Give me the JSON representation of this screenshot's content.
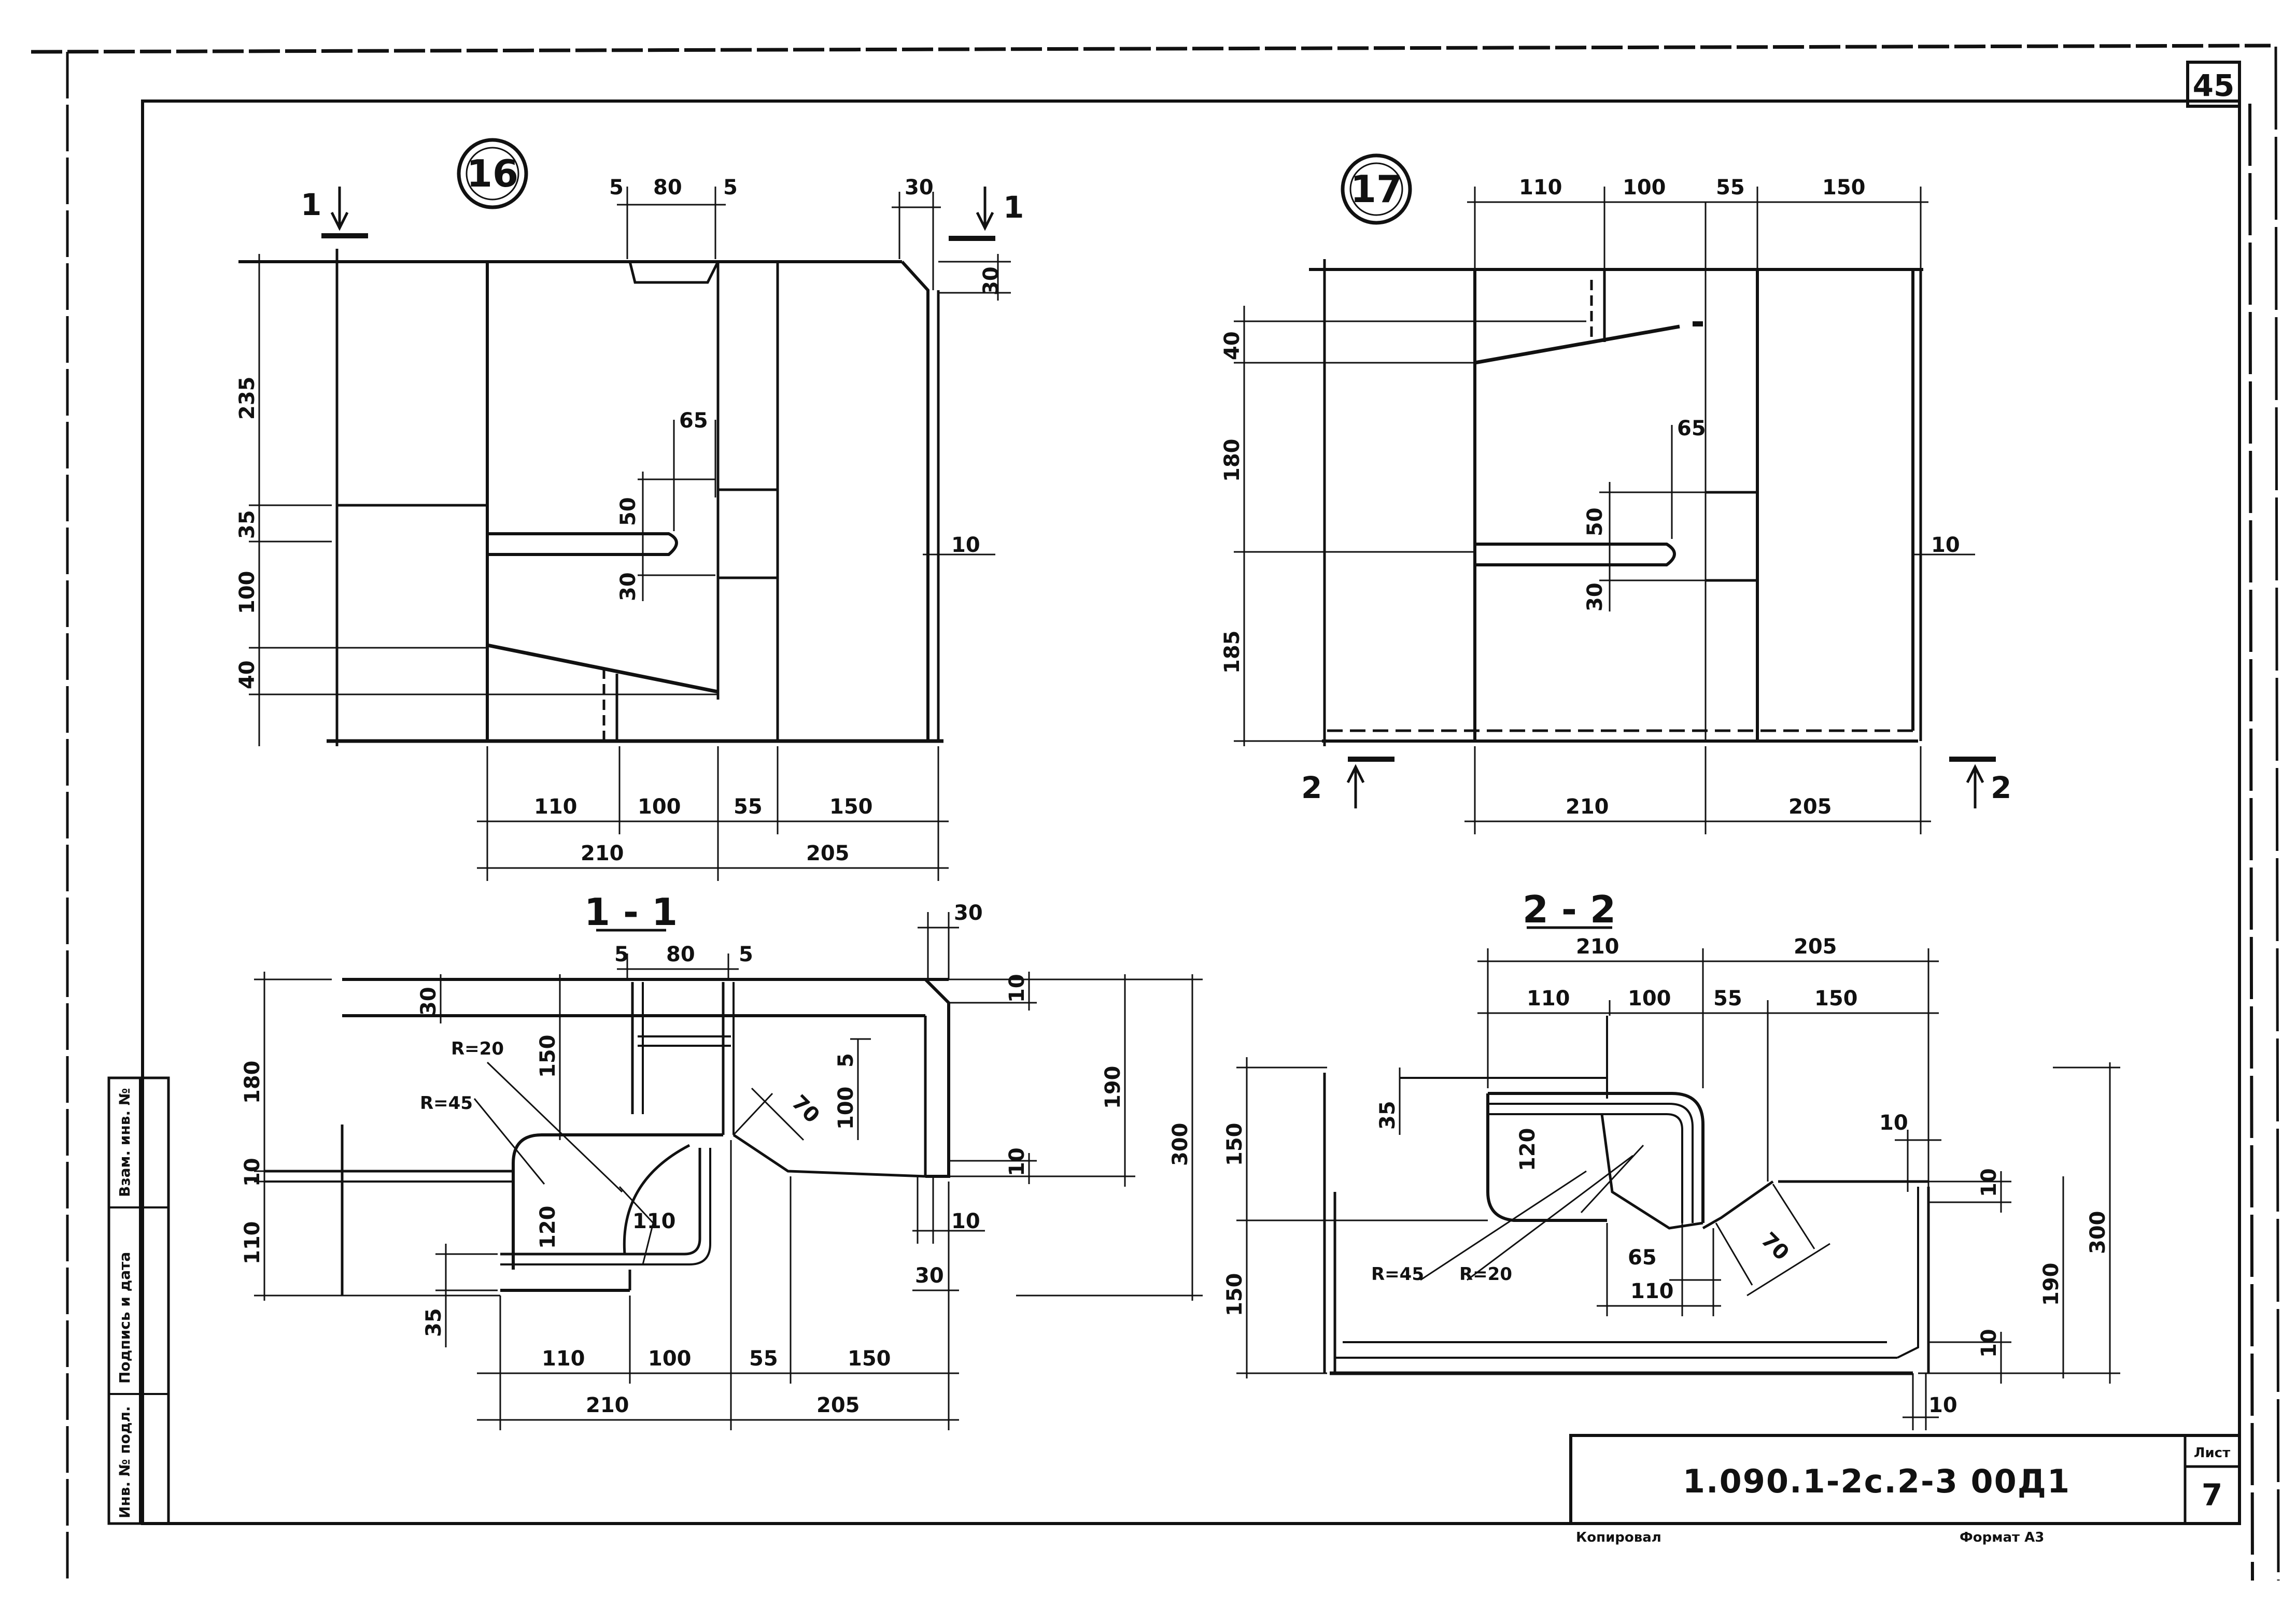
{
  "sheet": {
    "page_number": "45",
    "document_code": "1.090.1-2с.2-3   00Д1",
    "sheet_label": "Лист",
    "sheet_number": "7",
    "copied_label": "Копировал",
    "format_label": "Формат А3"
  },
  "side_stamp": {
    "inv_original": "Инв. № подл.",
    "signature_date": "Подпись и дата",
    "inv_replacement": "Взам. инв. №"
  },
  "views": {
    "detail16": {
      "marker": "16",
      "cut_label_left": "1",
      "cut_label_right": "1",
      "top_dims": [
        "5",
        "80",
        "5",
        "30"
      ],
      "right_dims": [
        "30",
        "10"
      ],
      "left_dims": [
        "235",
        "35",
        "100",
        "40"
      ],
      "inner_dims": [
        "65",
        "50",
        "30"
      ],
      "bottom_dims_row1": [
        "110",
        "100",
        "55",
        "150"
      ],
      "bottom_dims_row2": [
        "210",
        "205"
      ]
    },
    "detail17": {
      "marker": "17",
      "cut_label_left": "2",
      "cut_label_right": "2",
      "top_dims": [
        "110",
        "100",
        "55",
        "150"
      ],
      "left_dims": [
        "40",
        "180",
        "185"
      ],
      "inner_dims": [
        "65",
        "50",
        "30"
      ],
      "right_dims": [
        "10"
      ],
      "bottom_dims": [
        "210",
        "205"
      ]
    },
    "section11": {
      "title": "1 - 1",
      "top_dims": [
        "5",
        "80",
        "5",
        "30"
      ],
      "left_dims": [
        "180",
        "10",
        "110"
      ],
      "dims_misc": [
        "30",
        "150",
        "35",
        "120",
        "110",
        "70",
        "100",
        "5",
        "10",
        "190",
        "300",
        "10",
        "10",
        "30"
      ],
      "radius_labels": [
        "R=20",
        "R=45"
      ],
      "bottom_dims_row1": [
        "110",
        "100",
        "55",
        "150"
      ],
      "bottom_dims_row2": [
        "210",
        "205"
      ]
    },
    "section22": {
      "title": "2 - 2",
      "top_dims_row1": [
        "210",
        "205"
      ],
      "top_dims_row2": [
        "110",
        "100",
        "55",
        "150"
      ],
      "left_dims": [
        "150",
        "150"
      ],
      "dims_misc": [
        "35",
        "120",
        "65",
        "110",
        "70",
        "10",
        "10",
        "190",
        "300",
        "10",
        "10"
      ],
      "radius_labels": [
        "R=45",
        "R=20"
      ]
    }
  }
}
